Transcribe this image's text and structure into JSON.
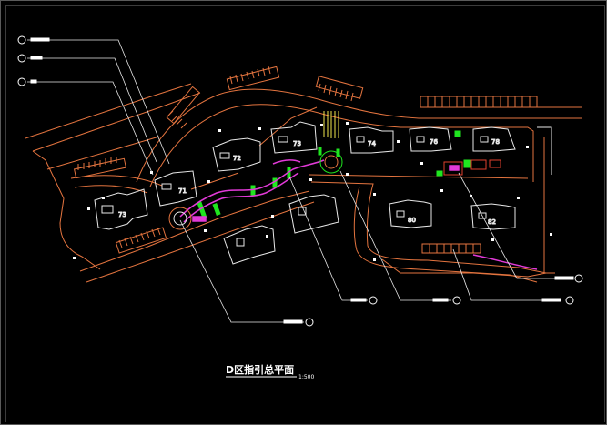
{
  "drawing": {
    "title": "D区指引总平面",
    "scale": "1:500",
    "colors": {
      "background": "#000000",
      "road": "#e4743f",
      "building": "#e8e8e8",
      "green": "#1fe61f",
      "magenta": "#e23ad8",
      "yellow": "#f0e64b",
      "leader": "#e8e8e8"
    },
    "buildings": [
      {
        "label": "73",
        "pos": "far-left"
      },
      {
        "label": "71",
        "pos": "left"
      },
      {
        "label": "72",
        "pos": "upper-left"
      },
      {
        "label": "73",
        "pos": "upper-center"
      },
      {
        "label": "74",
        "pos": "upper-right"
      },
      {
        "label": "76",
        "pos": "right"
      },
      {
        "label": "78",
        "pos": "far-right"
      },
      {
        "label": "80",
        "pos": "lower-right"
      },
      {
        "label": "82",
        "pos": "lower-far-right"
      }
    ]
  }
}
